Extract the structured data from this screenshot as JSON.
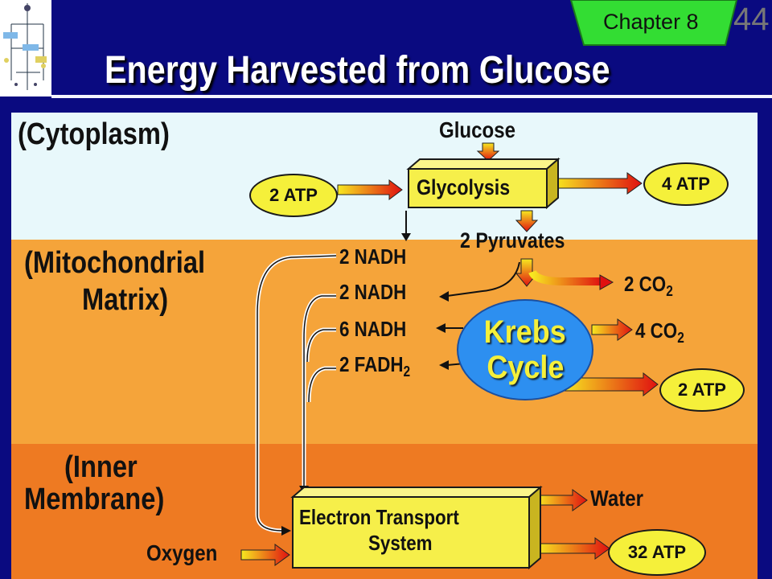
{
  "slide": {
    "title": "Energy Harvested from Glucose",
    "chapter_tab": "Chapter 8",
    "page_number": "44"
  },
  "regions": {
    "cytoplasm": "(Cytoplasm)",
    "matrix_line1": "(Mitochondrial",
    "matrix_line2": "Matrix)",
    "membrane_line1": "(Inner",
    "membrane_line2": "Membrane)"
  },
  "nodes": {
    "glucose": "Glucose",
    "glycolysis": "Glycolysis",
    "atp_in": "2 ATP",
    "atp_glycolysis": "4 ATP",
    "pyruvates": "2 Pyruvates",
    "nadh_1": "2 NADH",
    "nadh_2": "2 NADH",
    "nadh_3": "6 NADH",
    "fadh_prefix": "2 FADH",
    "fadh_sub": "2",
    "co2_1_prefix": "2 CO",
    "co2_1_sub": "2",
    "co2_2_prefix": "4 CO",
    "co2_2_sub": "2",
    "krebs_line1": "Krebs",
    "krebs_line2": "Cycle",
    "atp_krebs": "2 ATP",
    "ets_line1": "Electron Transport",
    "ets_line2": "System",
    "water": "Water",
    "atp_ets": "32 ATP",
    "oxygen": "Oxygen"
  },
  "colors": {
    "background": "#0a0a80",
    "cytoplasm": "#e8f8fb",
    "matrix": "#f5a43a",
    "membrane": "#ee7a22",
    "atp_oval": "#f5f03a",
    "krebs": "#2d8ff0",
    "chapter_tab": "#33dd33"
  },
  "icons": {
    "thumbnail": "pathway-diagram-icon"
  }
}
